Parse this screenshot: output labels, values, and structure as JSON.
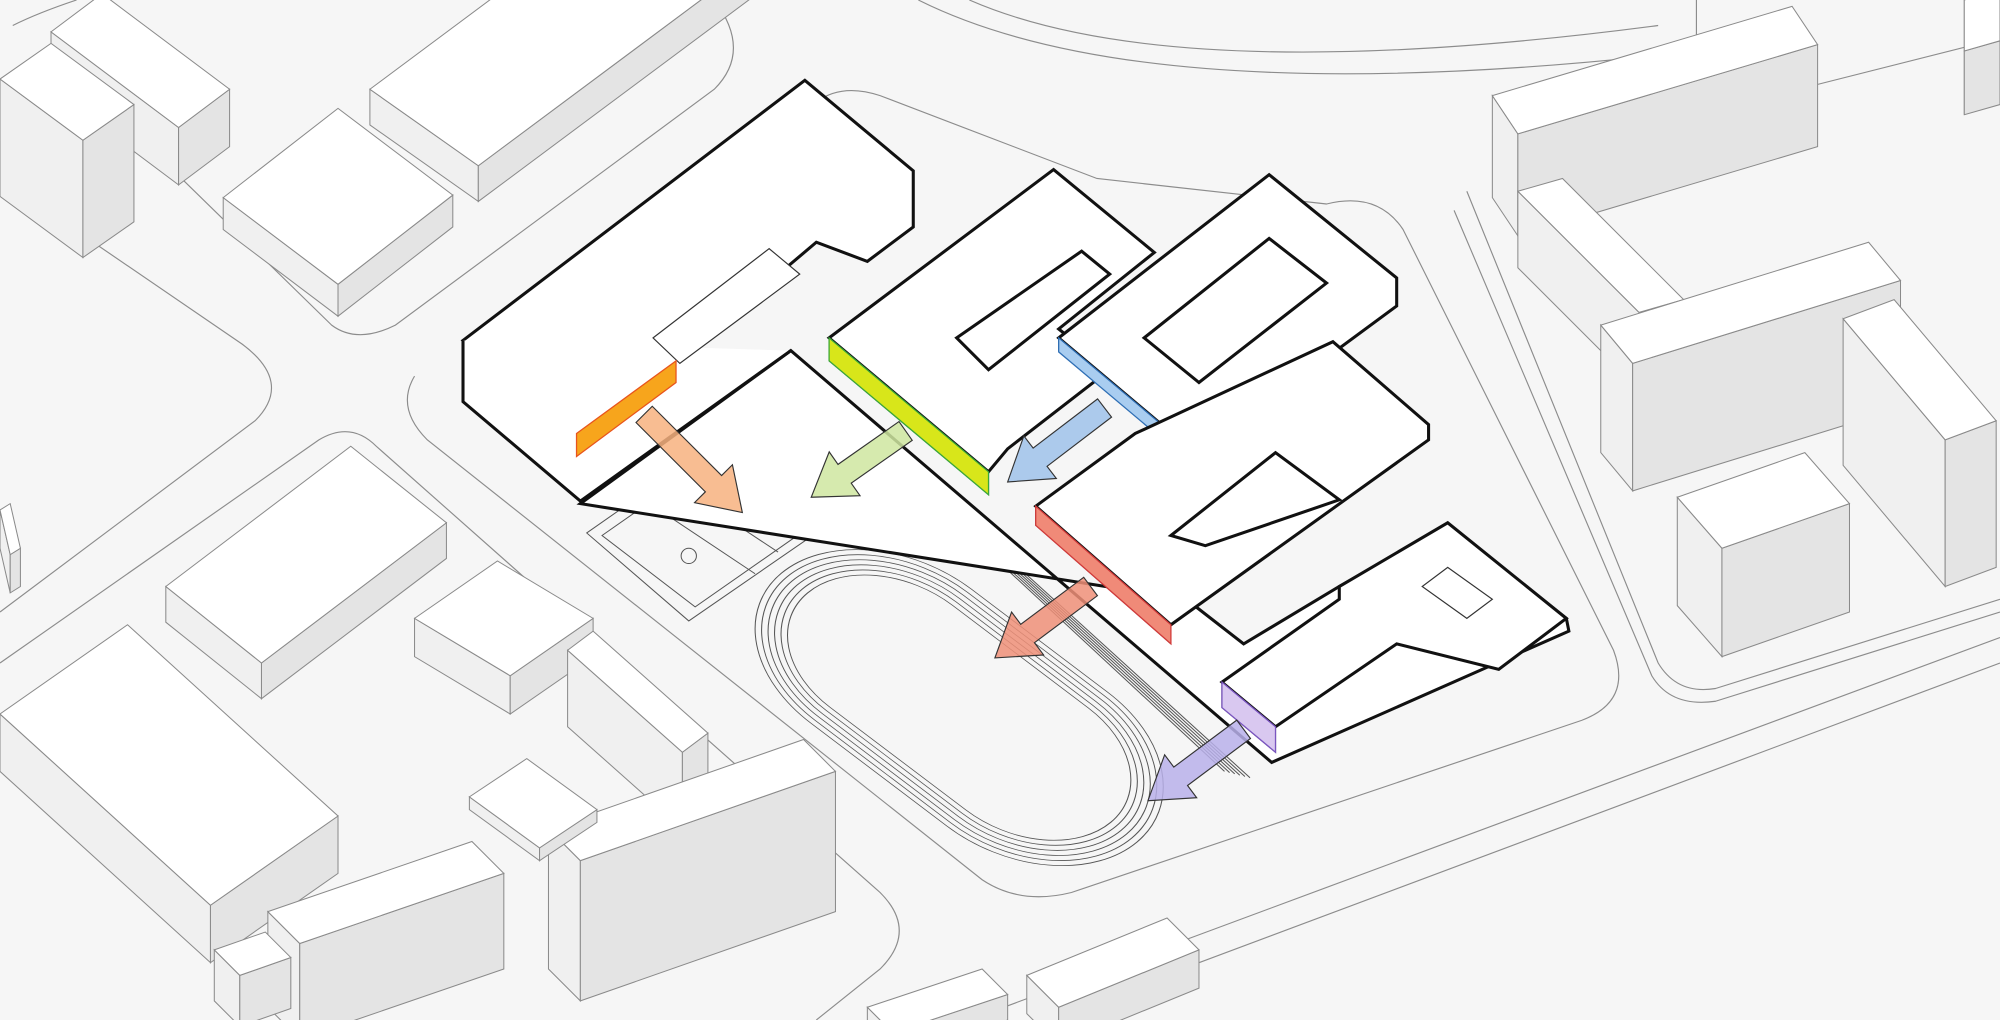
{
  "colors": {
    "background": "#f6f6f6",
    "building_top": "#ffffff",
    "outline_main": "#111111",
    "outline_context": "#8a8a8a"
  },
  "facade_strips": [
    {
      "name": "orange",
      "color": "#f7a51c",
      "edge": "#e8541c"
    },
    {
      "name": "green",
      "color": "#d8e61a",
      "edge": "#3aa83a"
    },
    {
      "name": "blue",
      "color": "#a9cdf0",
      "edge": "#2f6fb5"
    },
    {
      "name": "red",
      "color": "#f08a78",
      "edge": "#d23a3a"
    },
    {
      "name": "purple",
      "color": "#d9c8f0",
      "edge": "#7a55c0"
    }
  ],
  "arrows": [
    {
      "name": "orange-arrow",
      "color": "#f7b27f",
      "direction": "down-right"
    },
    {
      "name": "green-arrow",
      "color": "#cfe6a0",
      "direction": "down-left"
    },
    {
      "name": "blue-arrow",
      "color": "#9fc2ea",
      "direction": "down-left"
    },
    {
      "name": "red-arrow",
      "color": "#ee8f78",
      "direction": "down-left"
    },
    {
      "name": "purple-arrow",
      "color": "#b9b0ea",
      "direction": "down-left"
    }
  ]
}
